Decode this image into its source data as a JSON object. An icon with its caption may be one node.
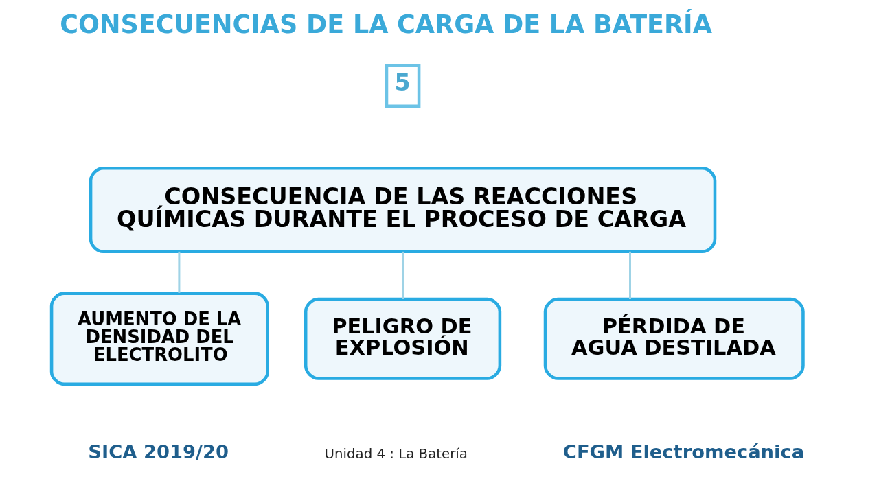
{
  "diagram": {
    "title": "CONSECUENCIAS DE LA CARGA DE LA BATERÍA",
    "nodes": [
      {
        "text": [
          "CONSECUENCIA DE LAS REACCIONES QUÍMICAS DURANTE EL PROCESO DE CARGA"
        ]
      },
      {
        "text": [
          "AUMENTO DE LA DENSIDAD DEL ELECTROLITO"
        ]
      },
      {
        "text": [
          "PELIGRO DE EXPLOSIÓN"
        ]
      },
      {
        "text": [
          "PÉRDIDA DE AGUA DESTILADA"
        ]
      }
    ],
    "edges": [
      {
        "from": 0,
        "to": 1,
        "arrow": "none"
      },
      {
        "from": 0,
        "to": 2,
        "arrow": "none"
      },
      {
        "from": 0,
        "to": 3,
        "arrow": "none"
      }
    ],
    "labels": [
      "5",
      "SICA 2019/20",
      "Unidad 4 : La Batería",
      "CFGM Electromecánica"
    ]
  }
}
